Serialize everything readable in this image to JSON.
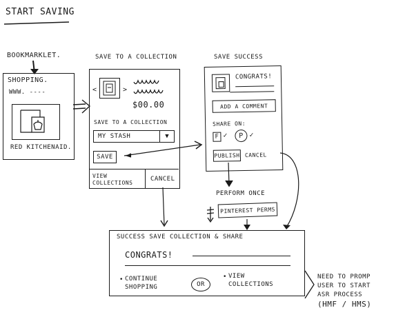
{
  "page_title": "Start Saving",
  "bookmarklet": {
    "label": "Bookmarklet.",
    "screen": {
      "site_title": "Shopping.",
      "url": "www. ----",
      "product_name": "Red Kitchenaid."
    }
  },
  "save_to_collection": {
    "heading": "Save to a Collection",
    "price": "$00.00",
    "prev_arrow": "<",
    "next_arrow": ">",
    "section_label": "Save to a Collection",
    "collection_select": {
      "value": "My Stash"
    },
    "save_label": "Save",
    "view_collections_label": "View Collections",
    "cancel_label": "Cancel"
  },
  "save_success": {
    "heading": "Save Success",
    "congrats": "Congrats!",
    "add_comment_label": "Add a Comment",
    "share_on_label": "Share on:",
    "facebook_label": "f",
    "pinterest_label": "P",
    "publish_label": "Publish",
    "cancel_label": "Cancel"
  },
  "perform_once": {
    "label": "Perform Once",
    "pinterest_perms_label": "Pinterest Perms"
  },
  "success_panel": {
    "heading": "Success Save Collection & Share",
    "congrats": "Congrats!",
    "continue_shopping_label": "Continue Shopping",
    "or_label": "OR",
    "view_collections_label": "View Collections"
  },
  "note": {
    "lines": [
      "Need to promp",
      "user to start",
      "ASR process",
      "(HMF / HMS)"
    ]
  }
}
